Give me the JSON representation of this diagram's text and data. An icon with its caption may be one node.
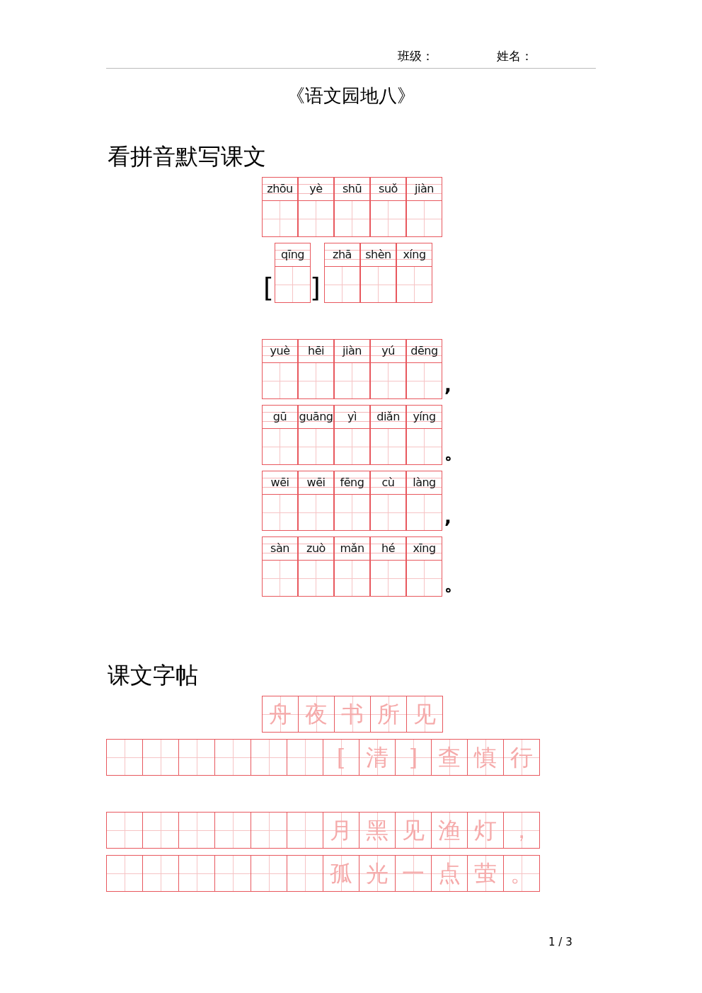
{
  "diagram": {
    "title": "《语文园地八》",
    "labels": [
      "班级：",
      "姓名：",
      "看拼音默写课文",
      "zhōu",
      "yè",
      "shū",
      "suǒ",
      "jiàn",
      "qīng",
      "zhā",
      "shèn",
      "xíng",
      "[",
      "]",
      "yuè",
      "hēi",
      "jiàn",
      "yú",
      "dēng",
      ",",
      "gū",
      "guāng",
      "yì",
      "diǎn",
      "yíng",
      "。",
      "wēi",
      "wēi",
      "fēng",
      "cù",
      "làng",
      ",",
      "sàn",
      "zuò",
      "mǎn",
      "hé",
      "xīng",
      "。",
      "课文字帖",
      "舟",
      "夜",
      "书",
      "所",
      "见",
      "[",
      "清",
      "]",
      "查",
      "慎",
      "行",
      "月",
      "黑",
      "见",
      "渔",
      "灯",
      "，",
      "孤",
      "光",
      "一",
      "点",
      "萤",
      "。",
      "1 / 3"
    ]
  }
}
